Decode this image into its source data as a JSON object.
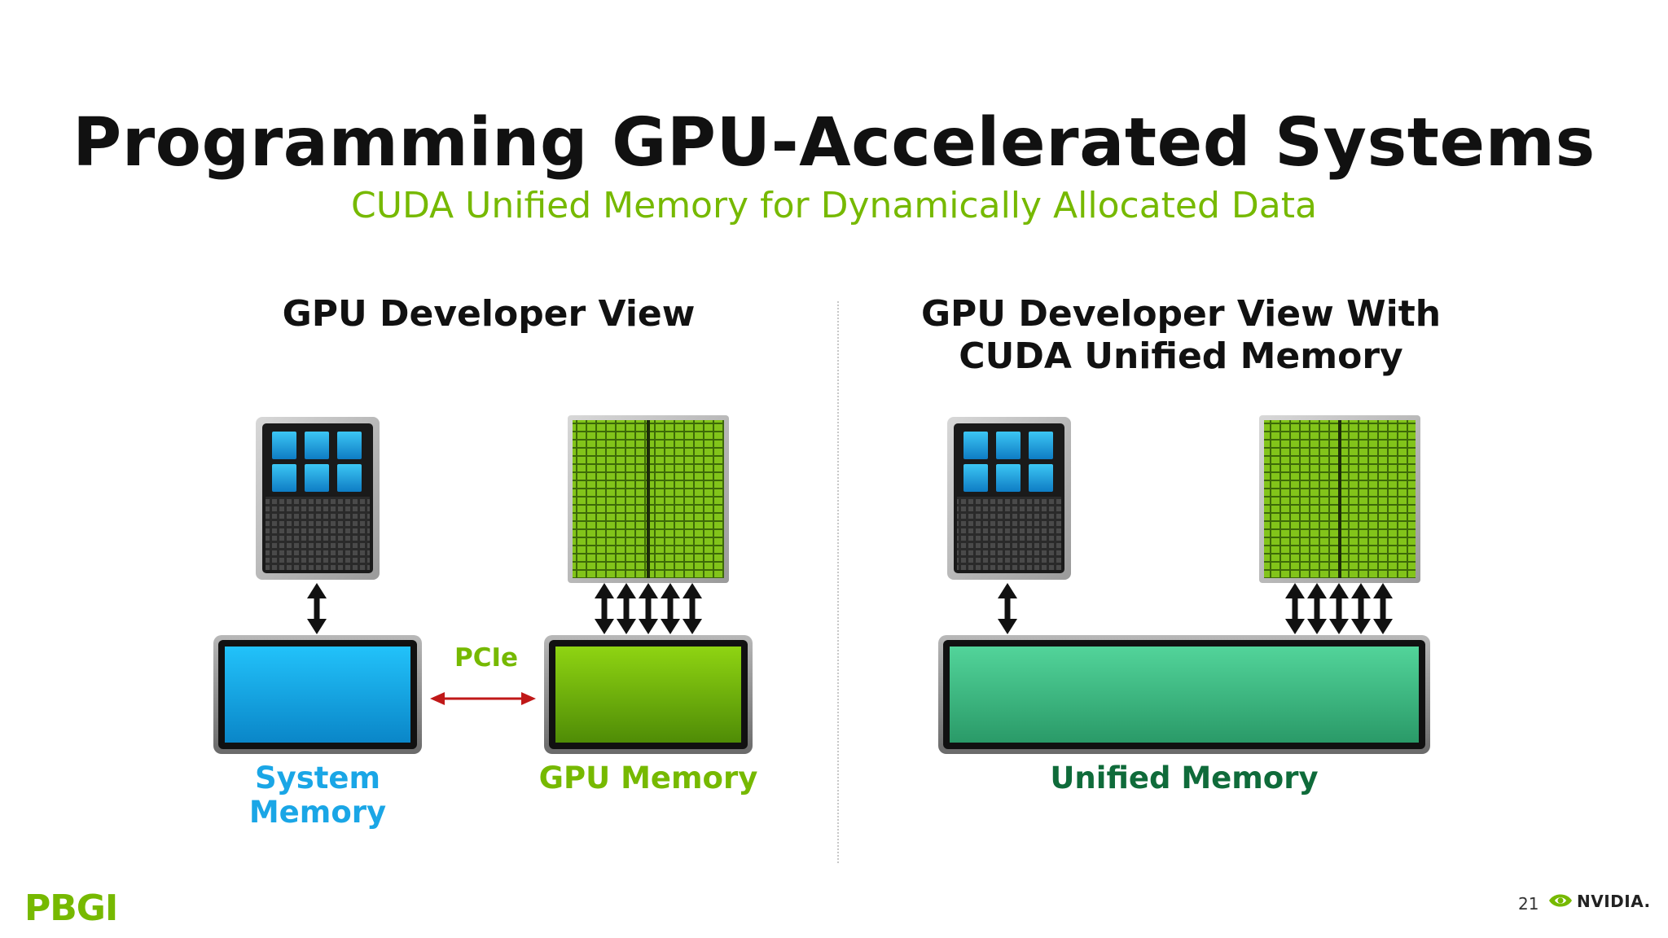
{
  "slide": {
    "title": "Programming GPU-Accelerated Systems",
    "subtitle": "CUDA Unified Memory for Dynamically Allocated Data",
    "page_number": "21"
  },
  "left_panel": {
    "heading": "GPU Developer View",
    "system_memory_line1": "System",
    "system_memory_line2": "Memory",
    "gpu_memory_label": "GPU Memory",
    "link_label": "PCIe"
  },
  "right_panel": {
    "heading_line1": "GPU Developer View With",
    "heading_line2": "CUDA Unified Memory",
    "unified_memory_label": "Unified Memory"
  },
  "logos": {
    "left": "PBGI",
    "right": "NVIDIA."
  },
  "colors": {
    "accent_green": "#76b900",
    "system_memory": "#1ab0ee",
    "gpu_memory": "#7cc00a",
    "unified_memory": "#45c48a",
    "unified_label": "#0f6b3a",
    "system_label": "#1aa6e6",
    "pcie_arrow": "#c01818"
  },
  "icons": [
    "cpu-chip-icon",
    "gpu-chip-icon",
    "bidirectional-arrow-icon",
    "nvidia-eye-icon"
  ]
}
